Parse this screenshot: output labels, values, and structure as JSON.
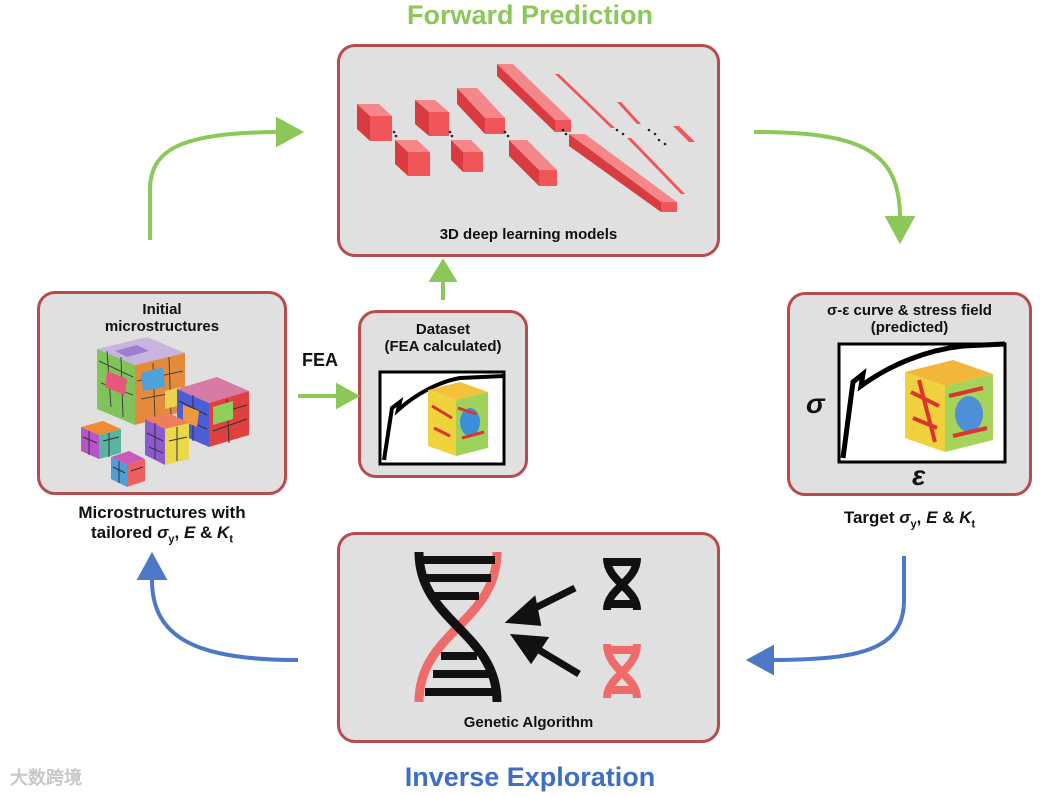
{
  "headings": {
    "forward": "Forward Prediction",
    "inverse": "Inverse Exploration"
  },
  "panels": {
    "model_label": "3D deep learning models",
    "initial_label": "Initial\nmicrostructures",
    "dataset_label": "Dataset\n(FEA calculated)",
    "target_title_line1": "σ-ε curve & stress field",
    "target_title_line2": "(predicted)",
    "ga_label": "Genetic Algorithm"
  },
  "arrows": {
    "fea_label": "FEA"
  },
  "captions": {
    "micro_line1": "Microstructures with",
    "micro_line2_prefix": "tailored ",
    "sigma": "σ",
    "sub_y": "y",
    "comma": ", ",
    "E": "E",
    "amp": " & ",
    "K": "K",
    "sub_t": "t",
    "target_prefix": "Target "
  },
  "axes": {
    "sigma": "σ",
    "epsilon": "ε"
  },
  "watermark": "大数跨境",
  "colors": {
    "panel_border": "#b74b4e",
    "panel_fill": "#e0e0e0",
    "layer_fill": "#f0555a",
    "green_arrow": "#8cc759",
    "blue_arrow": "#4d78c8"
  }
}
